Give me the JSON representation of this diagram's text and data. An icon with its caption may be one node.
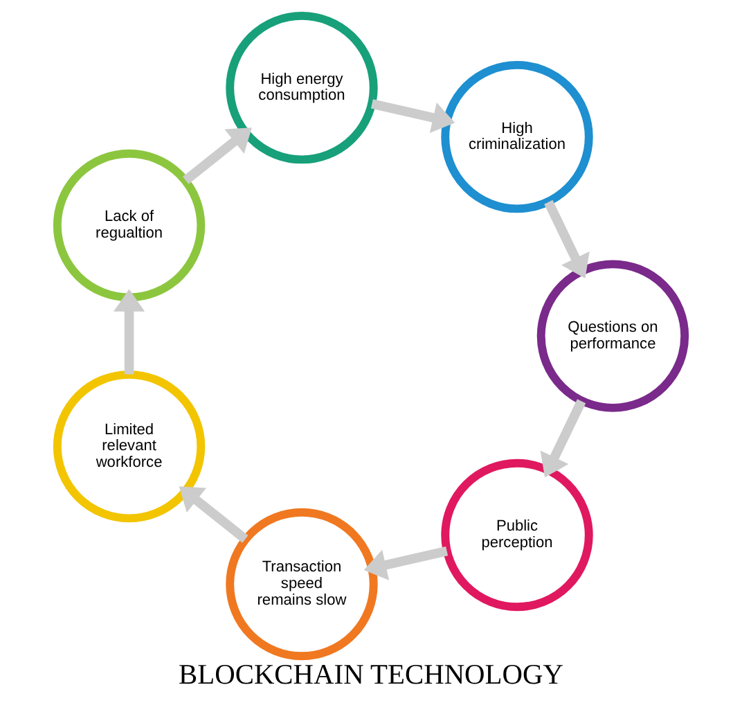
{
  "diagram": {
    "title": "BLOCKCHAIN TECHNOLOGY",
    "nodes": [
      {
        "text": [
          "Public perception"
        ]
      },
      {
        "text": [
          "Transaction speed remains slow"
        ]
      },
      {
        "text": [
          "Limited relevant workforce"
        ]
      },
      {
        "text": [
          "Lack of regualtion"
        ]
      },
      {
        "text": [
          "High energy consumption"
        ]
      },
      {
        "text": [
          "High criminalization"
        ]
      },
      {
        "text": [
          "Questions on performance"
        ]
      }
    ],
    "edges": [
      {
        "from": 0,
        "to": 1,
        "arrow": "to"
      },
      {
        "from": 1,
        "to": 2,
        "arrow": "to"
      },
      {
        "from": 2,
        "to": 3,
        "arrow": "to"
      },
      {
        "from": 3,
        "to": 4,
        "arrow": "to"
      },
      {
        "from": 4,
        "to": 5,
        "arrow": "to"
      },
      {
        "from": 5,
        "to": 6,
        "arrow": "to"
      },
      {
        "from": 6,
        "to": 0,
        "arrow": "to"
      }
    ]
  }
}
